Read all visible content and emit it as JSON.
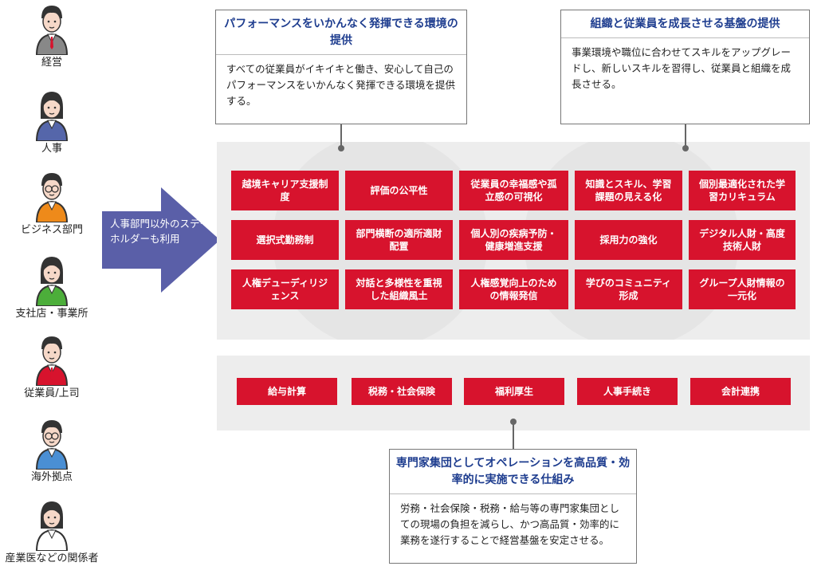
{
  "personas": [
    {
      "label": "経営",
      "color": "#888888",
      "icon": "executive-icon"
    },
    {
      "label": "人事",
      "color": "#5566aa",
      "icon": "hr-person-icon"
    },
    {
      "label": "ビジネス部門",
      "color": "#ee8a1a",
      "icon": "business-person-icon"
    },
    {
      "label": "支社店・事業所",
      "color": "#4cae3a",
      "icon": "branch-person-icon"
    },
    {
      "label": "従業員/上司",
      "color": "#d7132d",
      "icon": "employee-icon"
    },
    {
      "label": "海外拠点",
      "color": "#4a8fd4",
      "icon": "overseas-person-icon"
    },
    {
      "label": "産業医などの関係者",
      "color": "#ffffff",
      "icon": "doctor-icon"
    }
  ],
  "arrow": {
    "text": "人事部門以外のステークホルダーも利用",
    "color": "#5a5fa8"
  },
  "callout_left": {
    "title": "パフォーマンスをいかんなく発揮できる環境の提供",
    "body": "すべての従業員がイキイキと働き、安心して自己のパフォーマンスをいかんなく発揮できる環境を提供する。"
  },
  "callout_right": {
    "title": "組織と従業員を成長させる基盤の提供",
    "body": "事業環境や職位に合わせてスキルをアップグレードし、新しいスキルを習得し、従業員と組織を成長させる。"
  },
  "grid": [
    [
      "越境キャリア支援制度",
      "評価の公平性",
      "従業員の幸福感や孤立感の可視化",
      "知識とスキル、学習課題の見える化",
      "個別最適化された学習カリキュラム"
    ],
    [
      "選択式勤務制",
      "部門横断の適所適財配置",
      "個人別の疾病予防・健康増進支援",
      "採用力の強化",
      "デジタル人財・高度技術人財"
    ],
    [
      "人権デューディリジェンス",
      "対話と多様性を重視した組織風土",
      "人権感覚向上のための情報発信",
      "学びのコミュニティ形成",
      "グループ人財情報の一元化"
    ]
  ],
  "bottom_items": [
    "給与計算",
    "税務・社会保険",
    "福利厚生",
    "人事手続き",
    "会計連携"
  ],
  "callout_bottom": {
    "title": "専門家集団としてオペレーションを高品質・効率的に実施できる仕組み",
    "body": "労務・社会保険・税務・給与等の専門家集団としての現場の負担を減らし、かつ高品質・効率的に業務を遂行することで経営基盤を安定させる。"
  },
  "colors": {
    "accent_red": "#d7132d",
    "navy": "#1e3d8f",
    "panel_gray": "#ededed"
  }
}
